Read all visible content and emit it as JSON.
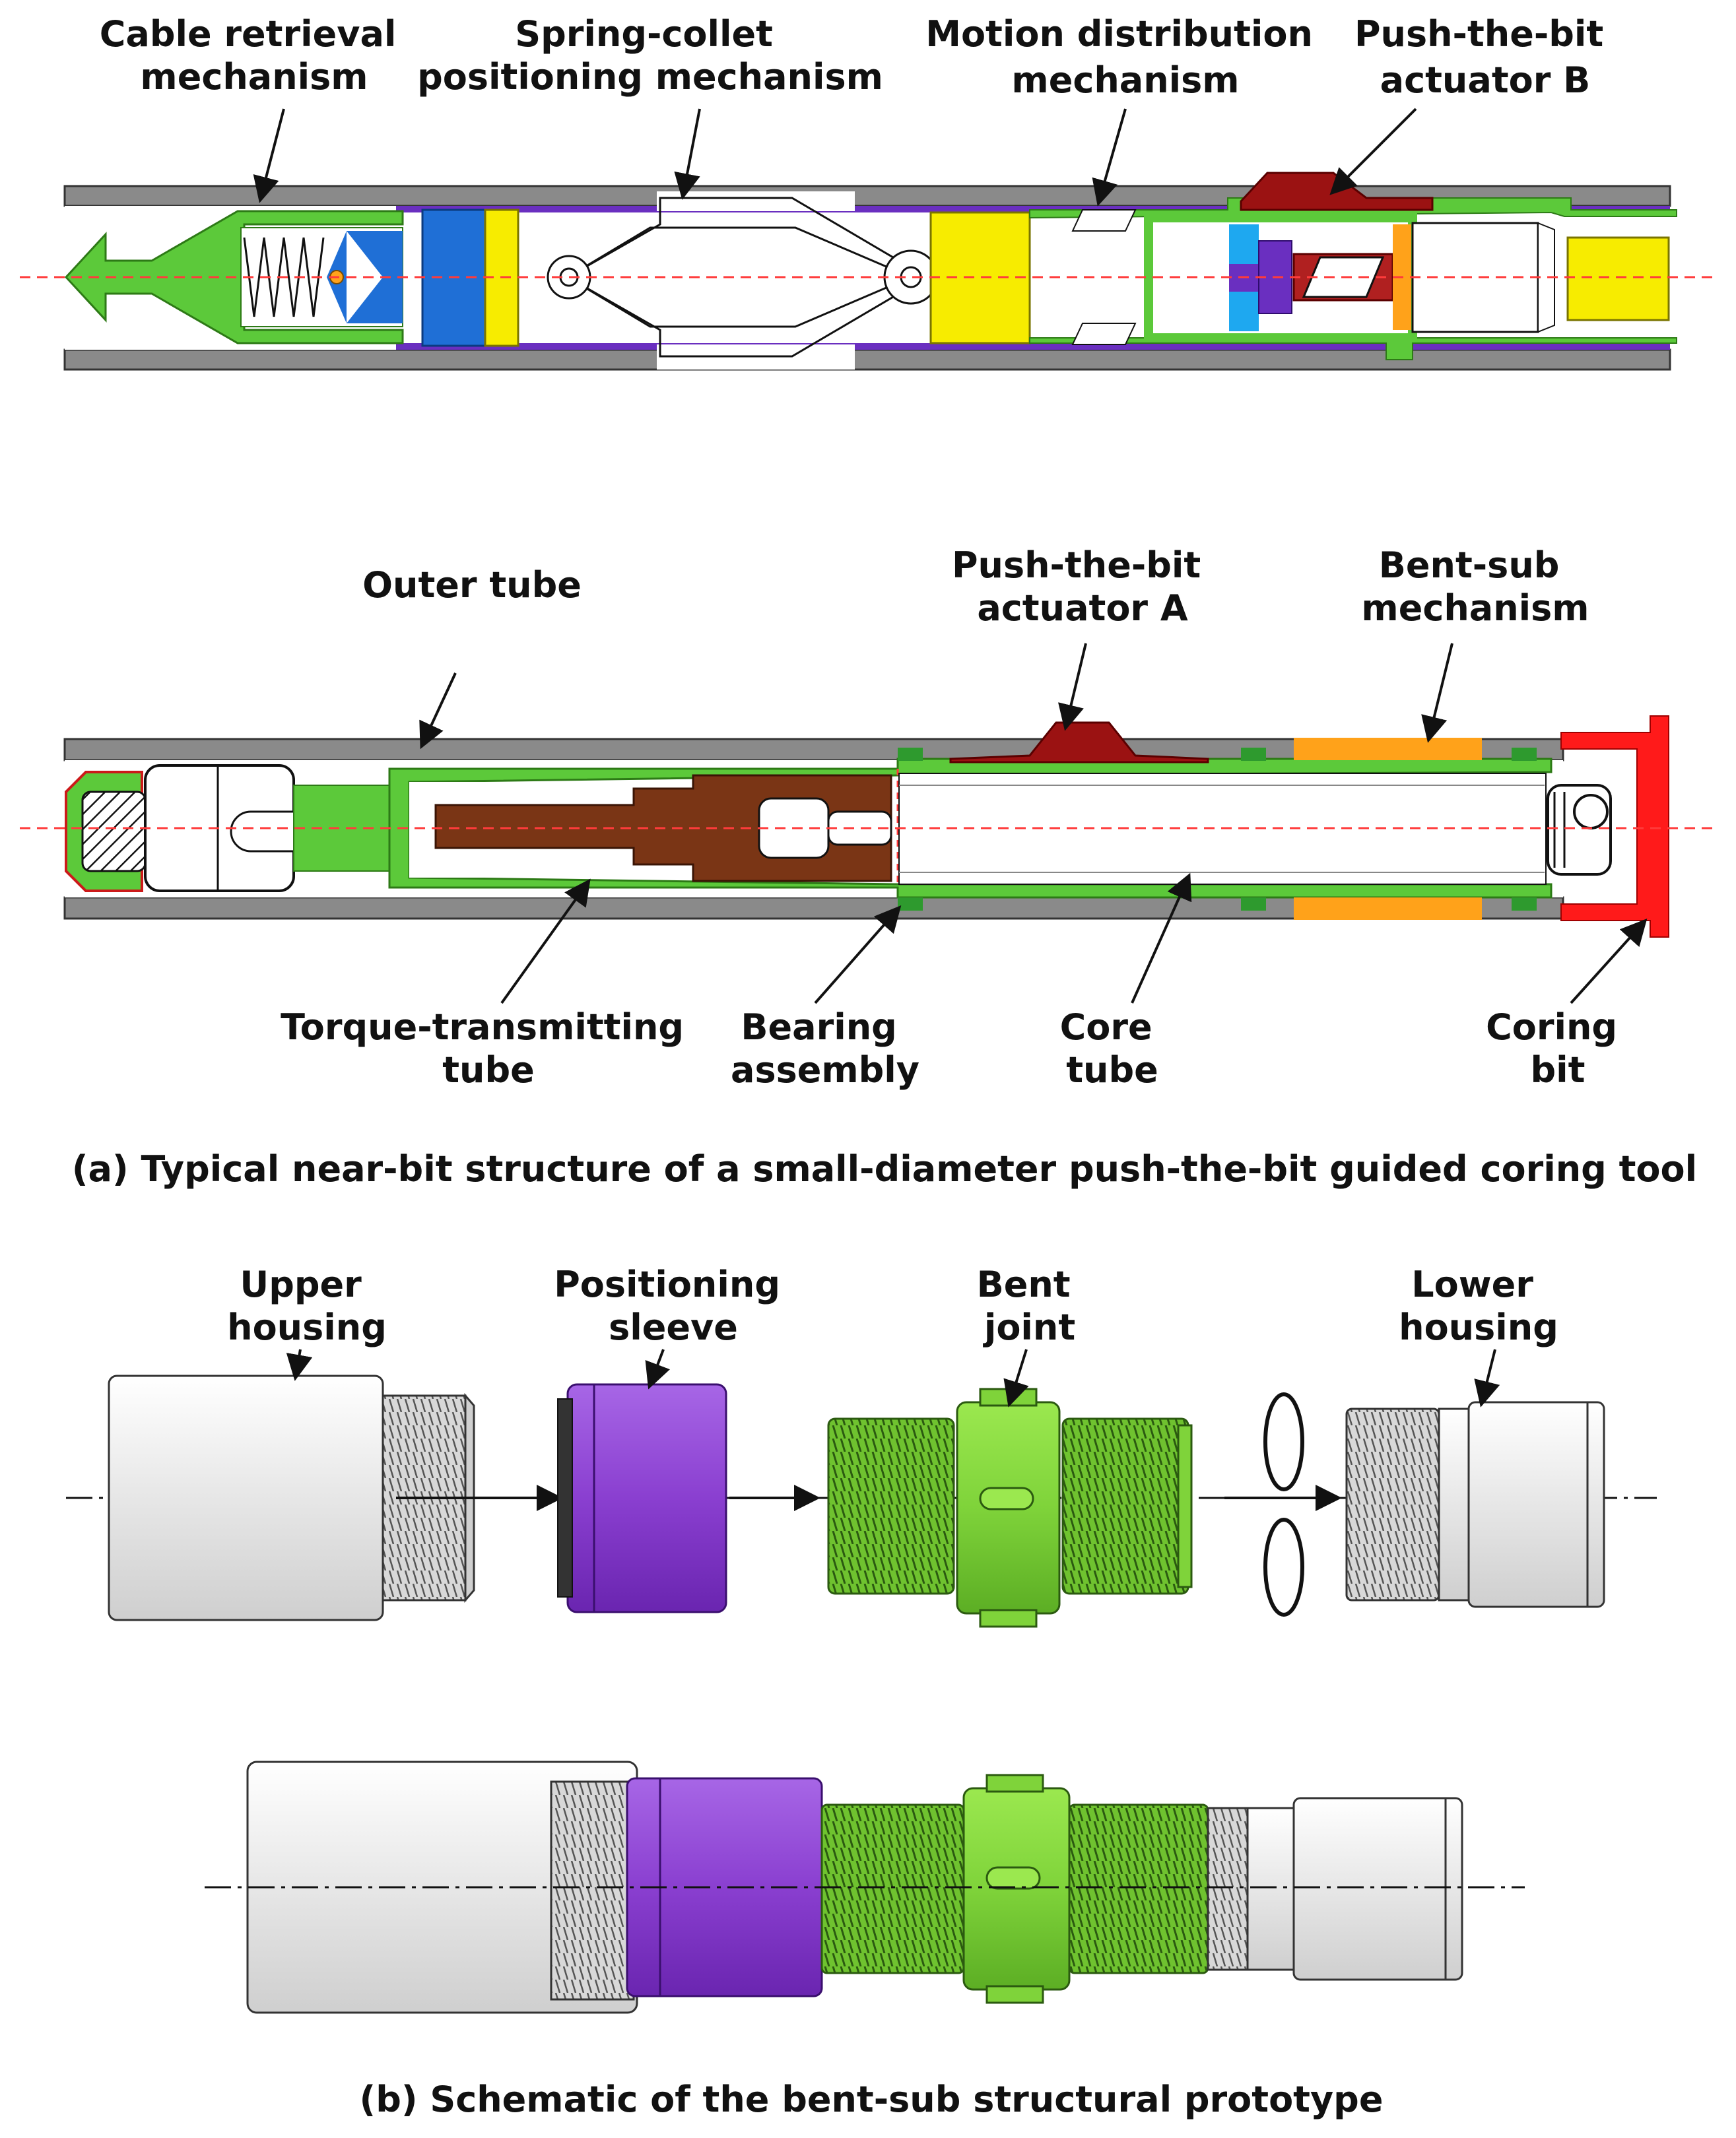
{
  "part_a": {
    "labels": {
      "cable_retrieval": [
        "Cable retrieval",
        "mechanism"
      ],
      "spring_collet": [
        "Spring-collet",
        "positioning mechanism"
      ],
      "motion_distribution": [
        "Motion distribution",
        "mechanism"
      ],
      "actuator_b": [
        "Push-the-bit",
        "actuator B"
      ],
      "outer_tube": [
        "Outer tube"
      ],
      "actuator_a": [
        "Push-the-bit",
        "actuator A"
      ],
      "bent_sub": [
        "Bent-sub",
        "mechanism"
      ],
      "torque_tube": [
        "Torque-transmitting",
        "tube"
      ],
      "bearing": [
        "Bearing",
        "assembly"
      ],
      "core_tube": [
        "Core",
        "tube"
      ],
      "coring_bit": [
        "Coring",
        "bit"
      ]
    },
    "caption": "(a)  Typical near-bit structure of a small-diameter push-the-bit guided coring tool"
  },
  "part_b": {
    "labels": {
      "upper_housing": [
        "Upper",
        "housing"
      ],
      "positioning_sleeve": [
        "Positioning",
        "sleeve"
      ],
      "bent_joint": [
        "Bent",
        "joint"
      ],
      "lower_housing": [
        "Lower",
        "housing"
      ]
    },
    "caption": "(b)  Schematic of the bent-sub structural prototype"
  },
  "colors": {
    "green": "#5cc93a",
    "blue": "#1f6fd6",
    "light_blue": "#1ea8f0",
    "yellow": "#f7ec00",
    "purple": "#6a2fc0",
    "dark_red": "#9b1212",
    "orange": "#ffa21a",
    "brown": "#7a3515",
    "red": "#ff1a1a",
    "gray": "#8a8a8a",
    "sleeve_purple": "#8a3fd0",
    "joint_green": "#7fd33a",
    "centerline_red": "#ff3b3b"
  }
}
